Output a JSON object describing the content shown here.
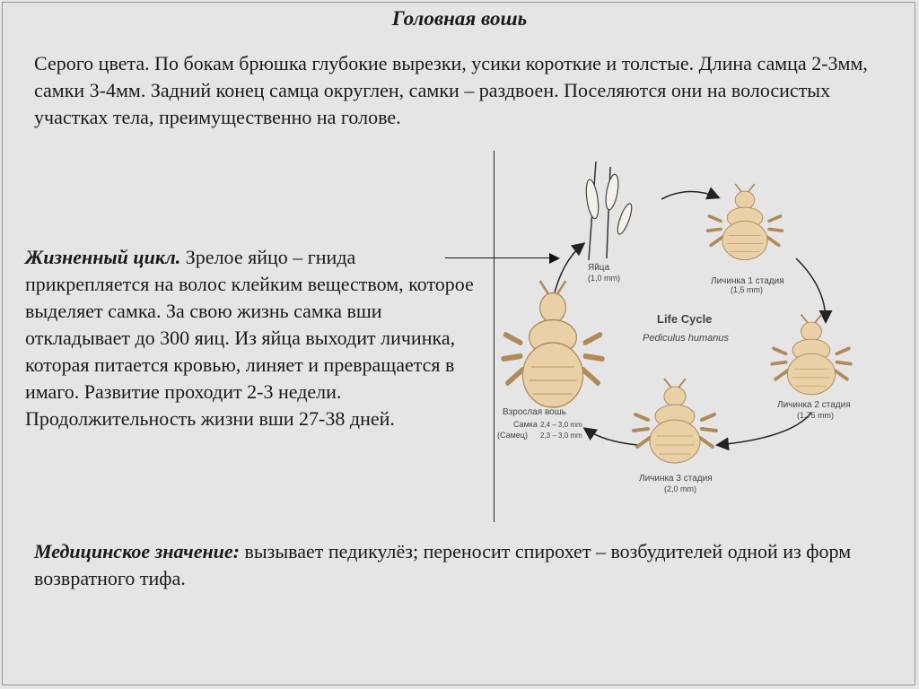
{
  "title": "Головная вошь",
  "intro": "Серого цвета. По бокам брюшка глубокие вырезки, усики короткие и толстые. Длина самца 2-3мм, самки 3-4мм. Задний конец самца округлен, самки – раздвоен. Поселяются они на волосистых участках тела, преимущественно на голове.",
  "life_cycle": {
    "lead": "Жизненный цикл.",
    "text": " Зрелое яйцо – гнида прикрепляется на волос клейким веществом, которое выделяет самка. За свою жизнь самка вши откладывает до 300 яиц. Из яйца выходит личинка, которая питается кровью, линяет и превращается в имаго. Развитие проходит 2-3 недели. Продолжительность жизни вши 27-38 дней."
  },
  "medical": {
    "lead": "Медицинское значение:",
    "text": " вызывает педикулёз; переносит спирохет – возбудителей одной из форм возвратного тифа."
  },
  "diagram": {
    "title": "Life Cycle",
    "subtitle": "Pediculus humanus",
    "eggs": {
      "name": "Яйца",
      "size": "(1,0 mm)"
    },
    "stage1": {
      "name": "Личинка 1 стадия",
      "size": "(1,5 mm)"
    },
    "stage2": {
      "name": "Личинка 2 стадия",
      "size": "(1,75 mm)"
    },
    "stage3": {
      "name": "Личинка 3 стадия",
      "size": "(2,0 mm)"
    },
    "adult": {
      "name": "Взрослая вошь",
      "male_label": "(Самец)",
      "male_size": "2,4 – 3,0 mm",
      "female_label": "Самка",
      "female_size": "2,3 – 3,0 mm"
    },
    "colors": {
      "louse_fill": "#e9d0a6",
      "louse_stroke": "#b08a5a",
      "arrow": "#222222"
    }
  }
}
